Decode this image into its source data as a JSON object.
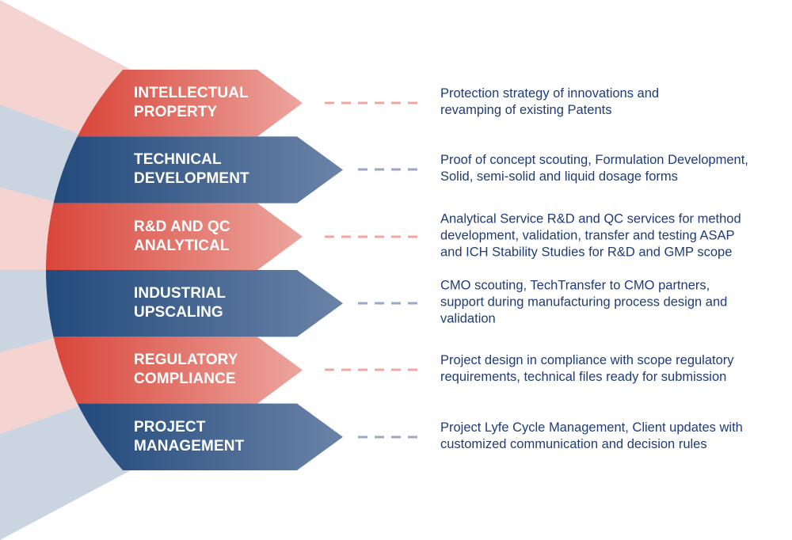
{
  "colors": {
    "red_dark": "#d9463a",
    "red_light": "#eca59e",
    "blue_dark": "#224a7c",
    "blue_light": "#6a83a7",
    "fan_pink": "#f5d3d1",
    "fan_gray": "#cbd4e1",
    "dash_red": "#f0a7a2",
    "dash_blue": "#98a9c3",
    "text": "#1f3c78"
  },
  "steps": [
    {
      "type": "red",
      "title": [
        "INTELLECTUAL",
        "PROPERTY"
      ],
      "description": [
        "Protection strategy of innovations and",
        "revamping of existing Patents"
      ]
    },
    {
      "type": "blue",
      "title": [
        "TECHNICAL",
        "DEVELOPMENT"
      ],
      "description": [
        "Proof of concept scouting, Formulation Development,",
        "Solid, semi-solid and liquid dosage forms"
      ]
    },
    {
      "type": "red",
      "title": [
        "R&D AND QC",
        "ANALYTICAL"
      ],
      "description": [
        "Analytical Service R&D and QC services for method",
        "development, validation, transfer and testing ASAP",
        "and ICH Stability Studies for R&D and GMP scope"
      ]
    },
    {
      "type": "blue",
      "title": [
        "INDUSTRIAL",
        "UPSCALING"
      ],
      "description": [
        "CMO scouting, TechTransfer to CMO partners,",
        "support during manufacturing process design and",
        "validation"
      ]
    },
    {
      "type": "red",
      "title": [
        "REGULATORY",
        "COMPLIANCE"
      ],
      "description": [
        "Project design in compliance with scope regulatory",
        "requirements, technical files ready for submission"
      ]
    },
    {
      "type": "blue",
      "title": [
        "PROJECT",
        "MANAGEMENT"
      ],
      "description": [
        "Project Lyfe Cycle Management, Client updates with",
        "customized communication and decision rules"
      ]
    }
  ]
}
